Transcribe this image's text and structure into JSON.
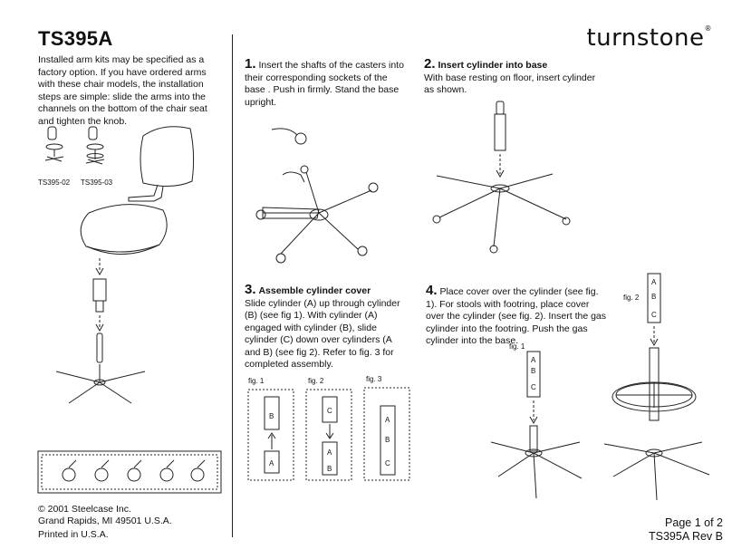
{
  "header": {
    "doc_id": "TS395A",
    "brand": "turnstone",
    "brand_mark": "®"
  },
  "intro": {
    "text": "Installed arm kits may be specified as a factory option.  If you have ordered arms with these chair models, the installation steps are simple: slide the arms into the channels on the bottom of the chair seat and tighten the knob.",
    "models": [
      "TS395-02",
      "TS395-03"
    ]
  },
  "steps": [
    {
      "num": "1.",
      "heading": "",
      "text": "Insert the shafts of the casters into their corresponding sockets of the base .  Push in firmly. Stand the base upright."
    },
    {
      "num": "2.",
      "heading": "Insert cylinder into base",
      "text": "With base resting on floor, insert cylinder as shown."
    },
    {
      "num": "3.",
      "heading": "Assemble cylinder cover",
      "text": "Slide cylinder (A) up through cylinder (B) (see fig 1).  With cylinder (A) engaged with cylinder (B), slide cylinder (C) down over cylinders (A and B) (see fig 2).  Refer to fig. 3 for completed assembly."
    },
    {
      "num": "4.",
      "heading": "",
      "text": "Place cover over the cylinder (see fig. 1). For stools with footring, place cover over the cylinder (see fig. 2).  Insert the gas cylinder into the footring.  Push the gas cylinder into the base."
    }
  ],
  "figures": {
    "step3": [
      "fig. 1",
      "fig. 2",
      "fig. 3"
    ],
    "step4": [
      "fig. 1",
      "fig. 2"
    ],
    "labels": {
      "a": "A",
      "b": "B",
      "c": "C"
    }
  },
  "footer": {
    "copyright": "© 2001 Steelcase Inc.",
    "address": "Grand Rapids, MI 49501 U.S.A.",
    "printed": "Printed in U.S.A.",
    "page": "Page 1 of 2",
    "rev": "TS395A Rev B"
  }
}
